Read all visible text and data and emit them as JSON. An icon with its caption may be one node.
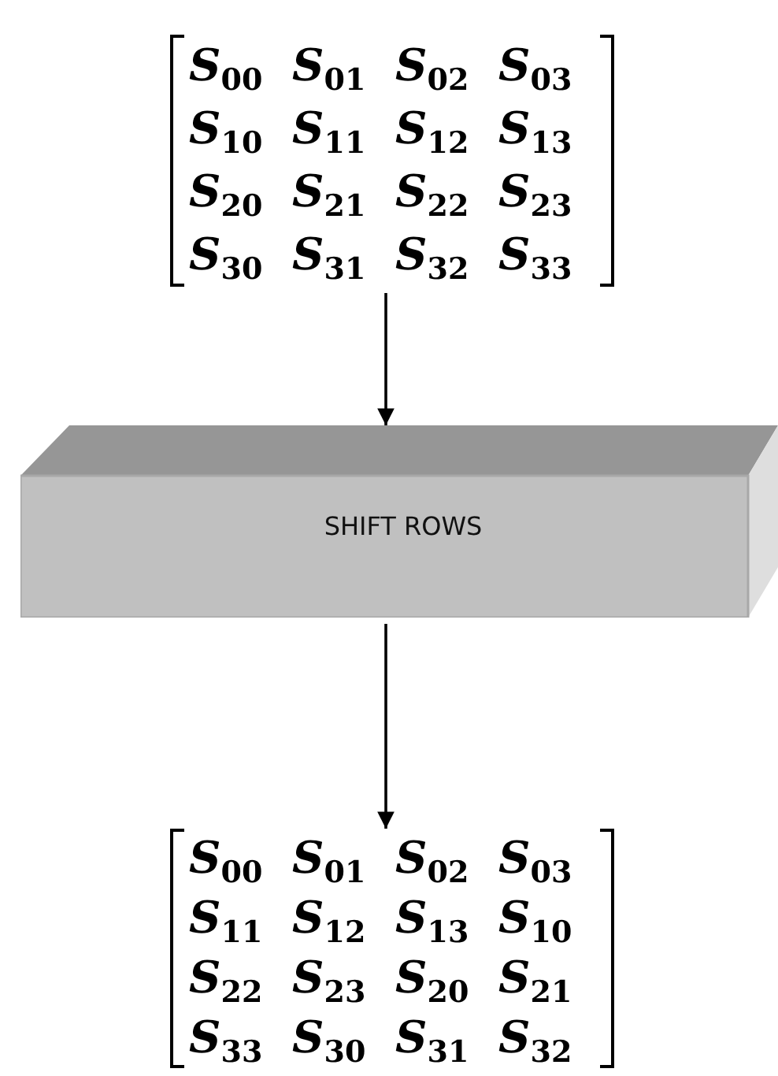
{
  "diagram": {
    "nodes": [
      {
        "text": [
          "*S*$_{00}$",
          "*S*$_{01}$",
          "*S*$_{02}$",
          "*S*$_{03}$",
          "*S*$_{10}$",
          "*S*$_{11}$",
          "*S*$_{12}$",
          "*S*$_{13}$",
          "*S*$_{20}$",
          "*S*$_{21}$",
          "*S*$_{22}$",
          "*S*$_{23}$",
          "*S*$_{30}$",
          "*S*$_{31}$",
          "*S*$_{32}$",
          "*S*$_{33}$"
        ]
      },
      {
        "text": [
          "SHIFT ROWS"
        ]
      },
      {
        "text": [
          "*S*$_{00}$",
          "*S*$_{01}$",
          "*S*$_{02}$",
          "*S*$_{03}$",
          "*S*$_{11}$",
          "*S*$_{12}$",
          "*S*$_{13}$",
          "*S*$_{10}$",
          "*S*$_{22}$",
          "*S*$_{23}$",
          "*S*$_{20}$",
          "*S*$_{21}$",
          "*S*$_{33}$",
          "*S*$_{30}$",
          "*S*$_{31}$",
          "*S*$_{32}$"
        ]
      }
    ],
    "edges": [
      {
        "from": 0,
        "to": 1,
        "arrow": "to"
      },
      {
        "from": 1,
        "to": 2,
        "arrow": "to"
      }
    ]
  }
}
